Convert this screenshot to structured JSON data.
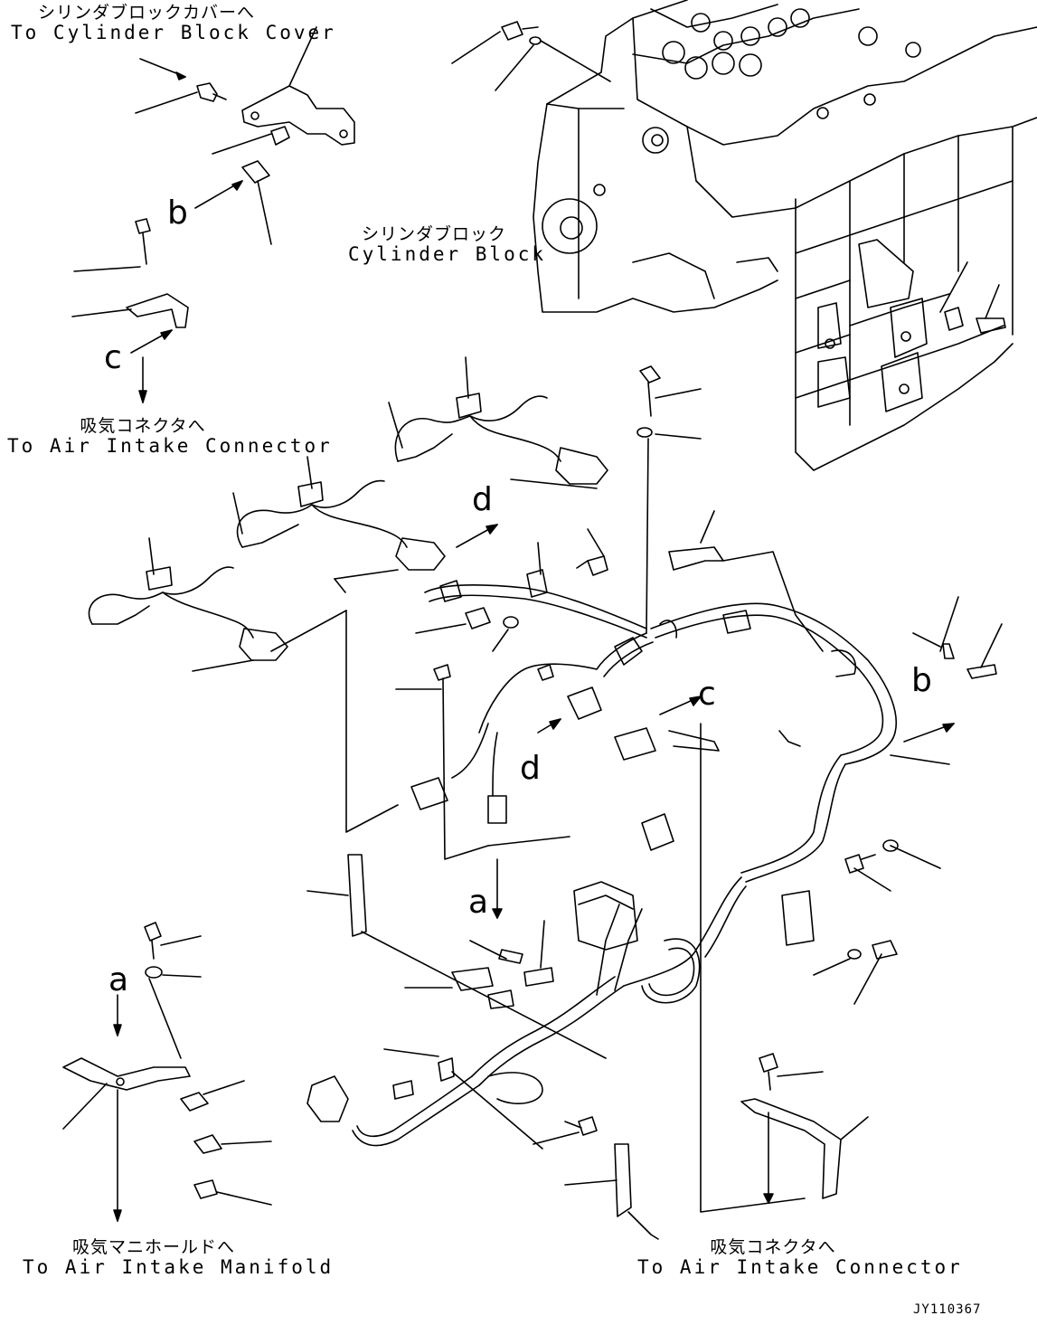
{
  "labels": {
    "cylinder_block_cover": {
      "jp": "シリンダブロックカバーへ",
      "en": "To Cylinder Block Cover"
    },
    "cylinder_block": {
      "jp": "シリンダブロック",
      "en": "Cylinder Block"
    },
    "air_intake_connector_left": {
      "jp": "吸気コネクタへ",
      "en": "To Air Intake Connector"
    },
    "air_intake_manifold": {
      "jp": "吸気マニホールドへ",
      "en": "To Air Intake Manifold"
    },
    "air_intake_connector_bottom": {
      "jp": "吸気コネクタへ",
      "en": "To Air Intake Connector"
    }
  },
  "reference_letters": {
    "b_upper": "b",
    "c_left": "c",
    "d_upper": "d",
    "c_mid": "c",
    "b_right": "b",
    "d_lower": "d",
    "a_mid": "a",
    "a_left": "a"
  },
  "drawing_id": "JY110367",
  "colors": {
    "ink": "#000000",
    "paper": "#ffffff"
  }
}
